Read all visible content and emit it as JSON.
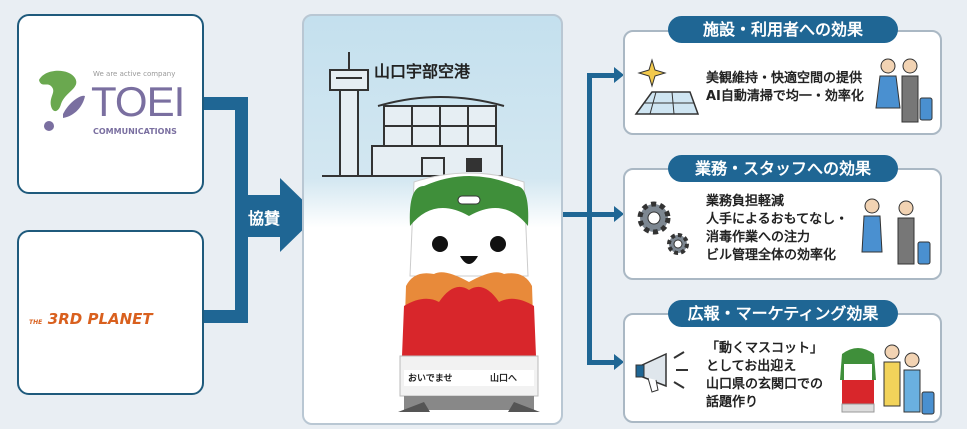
{
  "sponsors": {
    "toei": {
      "tagline": "We are active company",
      "name": "TOEI",
      "sub": "COMMUNICATIONS"
    },
    "third_planet": {
      "prefix": "THE",
      "name": "3RD PLANET"
    },
    "arrow_label": "協賛"
  },
  "center": {
    "title": "山口宇部空港",
    "robot_sign_left": "おいでませ",
    "robot_sign_right": "山口へ"
  },
  "effects": [
    {
      "title": "施設・利用者への効果",
      "lines": [
        "美観維持・快適空間の提供",
        "AI自動清掃で均一・効率化"
      ]
    },
    {
      "title": "業務・スタッフへの効果",
      "lines": [
        "業務負担軽減",
        "人手によるおもてなし・",
        "消毒作業への注力",
        "ビル管理全体の効率化"
      ]
    },
    {
      "title": "広報・マーケティング効果",
      "lines": [
        "「動くマスコット」",
        "としてお出迎え",
        "山口県の玄関口での",
        "話題作り"
      ]
    }
  ],
  "colors": {
    "primary": "#1f6694",
    "toei_purple": "#7a6fa0",
    "toei_green": "#6aa84f",
    "planet_orange": "#d9601e"
  }
}
